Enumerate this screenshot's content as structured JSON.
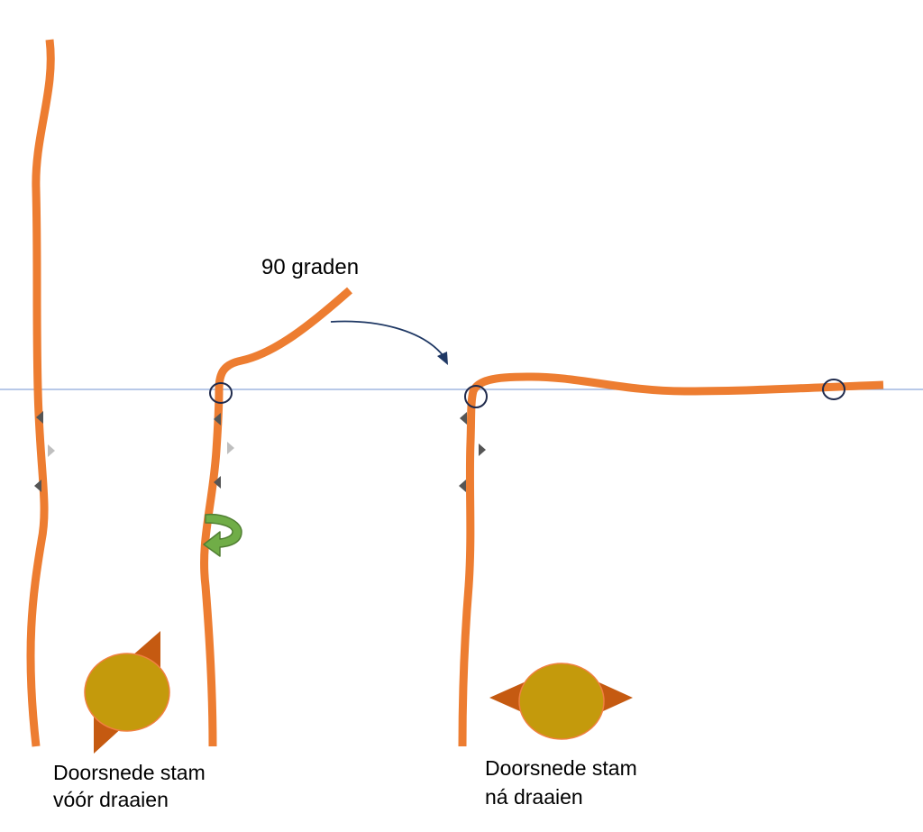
{
  "angle_label": "90 graden",
  "caption_before": {
    "line1": "Doorsnede stam",
    "line2": "vóór draaien"
  },
  "caption_after": {
    "line1": "Doorsnede stam",
    "line2": "ná draaien"
  },
  "colors": {
    "stem": "#ED7D31",
    "reference_line": "#8EA9DB",
    "node_ring": "#1F2A4C",
    "bud_dark": "#555555",
    "bud_light": "#BFBFBF",
    "arrow": "#1F3864",
    "twist_arrow_fill": "#70AD47",
    "twist_arrow_stroke": "#507E32",
    "cross_section_fill": "#C49A0C",
    "cross_section_edge": "#F08040",
    "cross_section_points": "#C55A11"
  }
}
